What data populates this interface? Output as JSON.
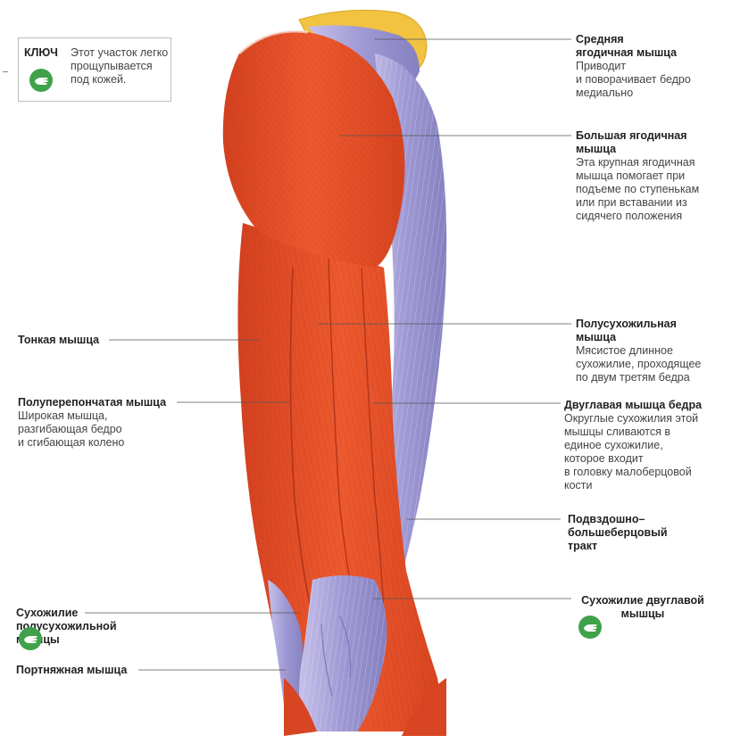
{
  "key": {
    "title": "КЛЮЧ",
    "text": "Этот участок легко\nпрощупывается\nпод кожей."
  },
  "labels": {
    "gluteus_medius": {
      "title": "Средняя\nягодичная мышца",
      "desc": "Приводит\nи поворачивает бедро\nмедиально"
    },
    "gluteus_maximus": {
      "title": "Большая ягодичная\nмышца",
      "desc": "Эта крупная ягодичная\nмышца помогает при\nподъеме по ступенькам\nили при вставании из\nсидячего положения"
    },
    "gracilis": {
      "title": "Тонкая мышца"
    },
    "semimembranosus": {
      "title": "Полуперепончатая мышца",
      "desc": "Широкая мышца,\nразгибающая бедро\nи сгибающая колено"
    },
    "semitendinosus": {
      "title": "Полусухожильная\nмышца",
      "desc": "Мясистое длинное\nсухожилие, проходящее\nпо двум третям бедра"
    },
    "biceps_femoris": {
      "title": "Двуглавая мышца бедра",
      "desc": "Округлые сухожилия этой\nмышцы сливаются в\nединое сухожилие,\nкоторое входит\nв головку малоберцовой\nкости"
    },
    "it_tract": {
      "title": "Подвздошно–\nбольшеберцовый\nтракт"
    },
    "biceps_tendon": {
      "title": "Сухожилие двуглавой\nмышцы"
    },
    "semitendinosus_tendon": {
      "title": "Сухожилие\nполусухожильной\nмышцы"
    },
    "sartorius": {
      "title": "Портняжная мышца"
    }
  },
  "colors": {
    "muscle": "#e8502a",
    "muscle_dark": "#c23a1c",
    "tendon": "#a9a4d8",
    "tendon_light": "#cfcbec",
    "fat": "#f1c340",
    "leader": "#555555",
    "key_icon": "#3fa24a"
  }
}
